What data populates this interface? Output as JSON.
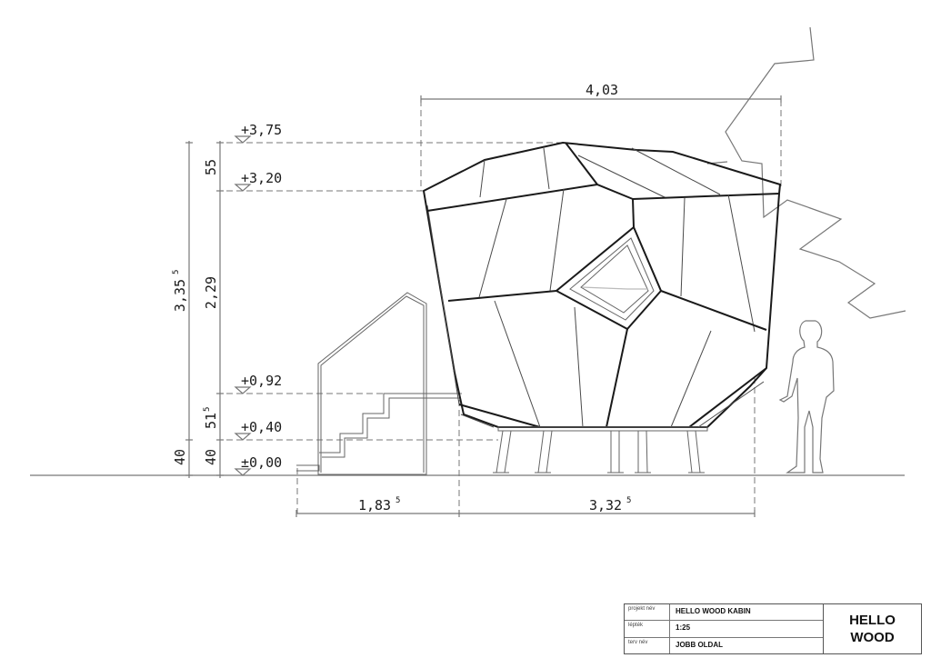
{
  "drawing": {
    "type": "architectural-elevation",
    "overall_width_label": "4,03",
    "levels": [
      {
        "label": "+3,75"
      },
      {
        "label": "+3,20"
      },
      {
        "label": "+0,92"
      },
      {
        "label": "+0,40"
      },
      {
        "label": "±0,00"
      }
    ],
    "vertical_dimensions": {
      "outer_total": {
        "main": "3,35",
        "sup": "5"
      },
      "outer_base": "40",
      "inner_top": "55",
      "inner_mid": "2,29",
      "inner_stair": {
        "main": "51",
        "sup": "5"
      },
      "inner_base": "40"
    },
    "horizontal_dimensions": {
      "left": {
        "main": "1,83",
        "sup": "5"
      },
      "right": {
        "main": "3,32",
        "sup": "5"
      }
    },
    "elements": [
      "faceted-cabin",
      "window",
      "stair-annex",
      "support-posts",
      "human-scale-figure",
      "tree-outline",
      "ground-line"
    ]
  },
  "title_block": {
    "rows": [
      {
        "label": "projekt név",
        "value": "HELLO WOOD KABIN"
      },
      {
        "label": "lépték",
        "value": "1:25"
      },
      {
        "label": "terv név",
        "value": "JOBB OLDAL"
      }
    ],
    "logo_line1": "HELLO",
    "logo_line2": "WOOD"
  }
}
